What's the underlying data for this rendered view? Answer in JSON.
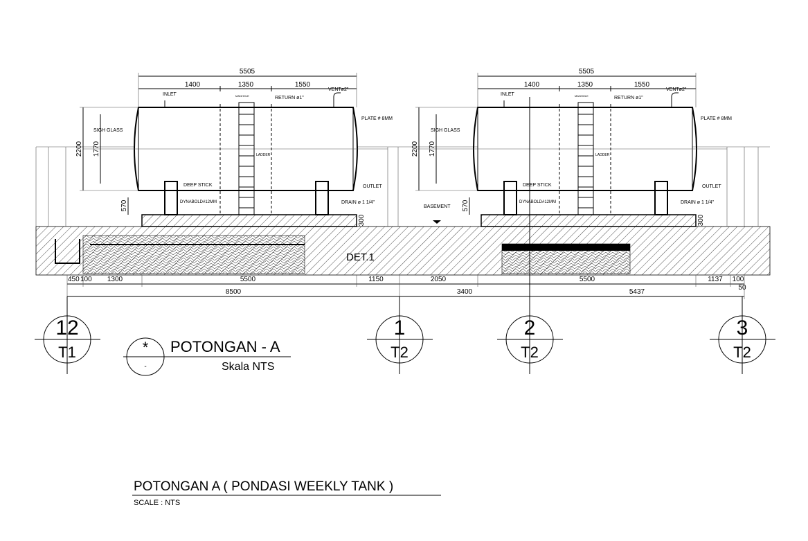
{
  "tank_left": {
    "dims_top": {
      "overall": "5505",
      "seg1": "1400",
      "seg2": "1350",
      "seg3": "1550"
    },
    "labels": {
      "inlet": "INLET",
      "manhole": "MANHOLE",
      "return": "RETURN ø1\"",
      "vent": "VENTø2\"",
      "plate": "PLATE # 8MM",
      "sigh_glass": "SIGH GLASS",
      "ladder": "LADDER",
      "deep_stick": "DEEP STICK",
      "outlet": "OUTLET",
      "drain": "DRAIN ø 1 1/4\"",
      "dynabolt": "DYNABOLD#12MM"
    },
    "dims_side": {
      "height": "2200",
      "glass": "1770",
      "base": "570",
      "pit": "300"
    }
  },
  "tank_right": {
    "dims_top": {
      "overall": "5505",
      "seg1": "1400",
      "seg2": "1350",
      "seg3": "1550"
    },
    "labels": {
      "inlet": "INLET",
      "manhole": "MANHOLE",
      "return": "RETURN ø1\"",
      "vent": "VENTø2\"",
      "plate": "PLATE # 8MM",
      "sigh_glass": "SIGH GLASS",
      "ladder": "LADDER",
      "deep_stick": "DEEP STICK",
      "outlet": "OUTLET",
      "drain": "DRAIN ø 1 1/4\"",
      "dynabolt": "DYNABOLD#12MM",
      "basement": "BASEMENT"
    },
    "dims_side": {
      "height": "2200",
      "glass": "1770",
      "base": "570",
      "pit": "300"
    }
  },
  "det_label": "DET.1",
  "dims_bottom": {
    "row1": [
      "450",
      "100",
      "1300",
      "5500",
      "1150",
      "2050",
      "5500",
      "1137",
      "100"
    ],
    "row2": [
      "8500",
      "3400",
      "5437"
    ],
    "end": "50"
  },
  "grid_bubbles": [
    {
      "top": "12",
      "bottom": "T1"
    },
    {
      "top": "1",
      "bottom": "T2"
    },
    {
      "top": "2",
      "bottom": "T2"
    },
    {
      "top": "3",
      "bottom": "T2"
    }
  ],
  "section_mark": {
    "symbol": "*",
    "sub": "-",
    "title": "POTONGAN - A",
    "scale": "Skala   NTS"
  },
  "footer": {
    "title": "POTONGAN A ( PONDASI WEEKLY TANK )",
    "scale": "SCALE : NTS"
  }
}
